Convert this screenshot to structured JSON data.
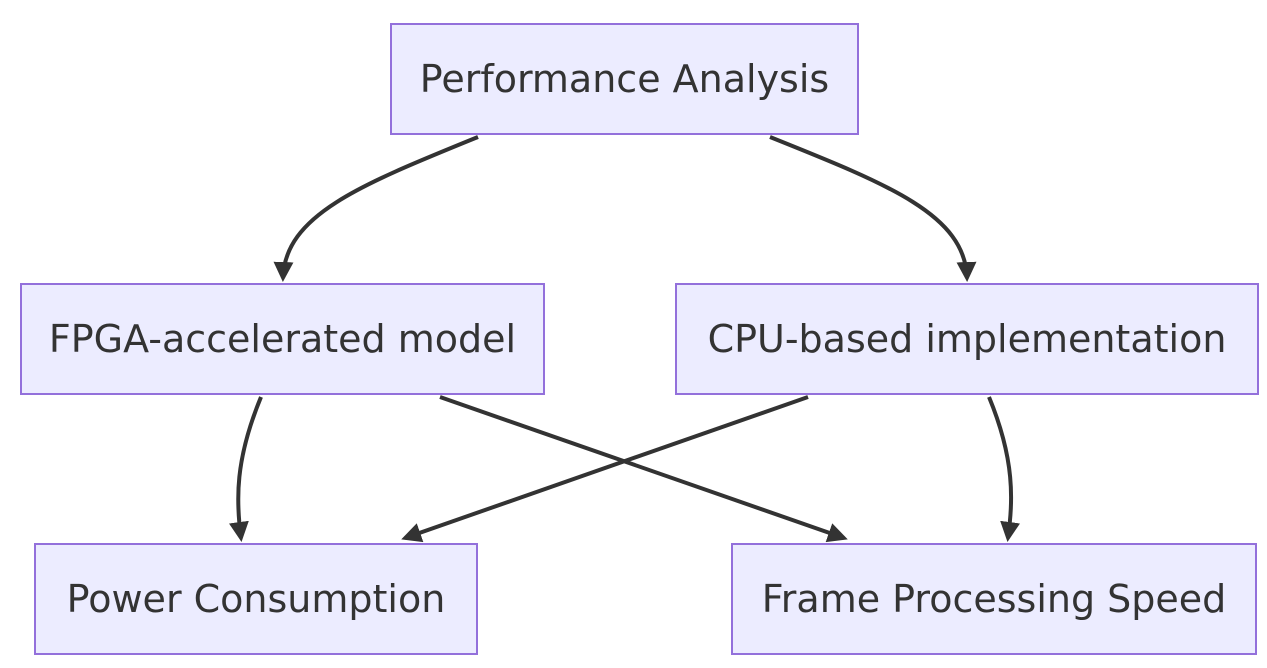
{
  "nodes": {
    "root": "Performance Analysis",
    "fpga": "FPGA-accelerated model",
    "cpu": "CPU-based implementation",
    "power": "Power Consumption",
    "frame": "Frame Processing Speed"
  },
  "edges": [
    {
      "from": "root",
      "to": "fpga"
    },
    {
      "from": "root",
      "to": "cpu"
    },
    {
      "from": "fpga",
      "to": "power"
    },
    {
      "from": "fpga",
      "to": "frame"
    },
    {
      "from": "cpu",
      "to": "power"
    },
    {
      "from": "cpu",
      "to": "frame"
    }
  ],
  "colors": {
    "node_fill": "#ececff",
    "node_border": "#9370db",
    "edge": "#333333",
    "text": "#333333"
  }
}
